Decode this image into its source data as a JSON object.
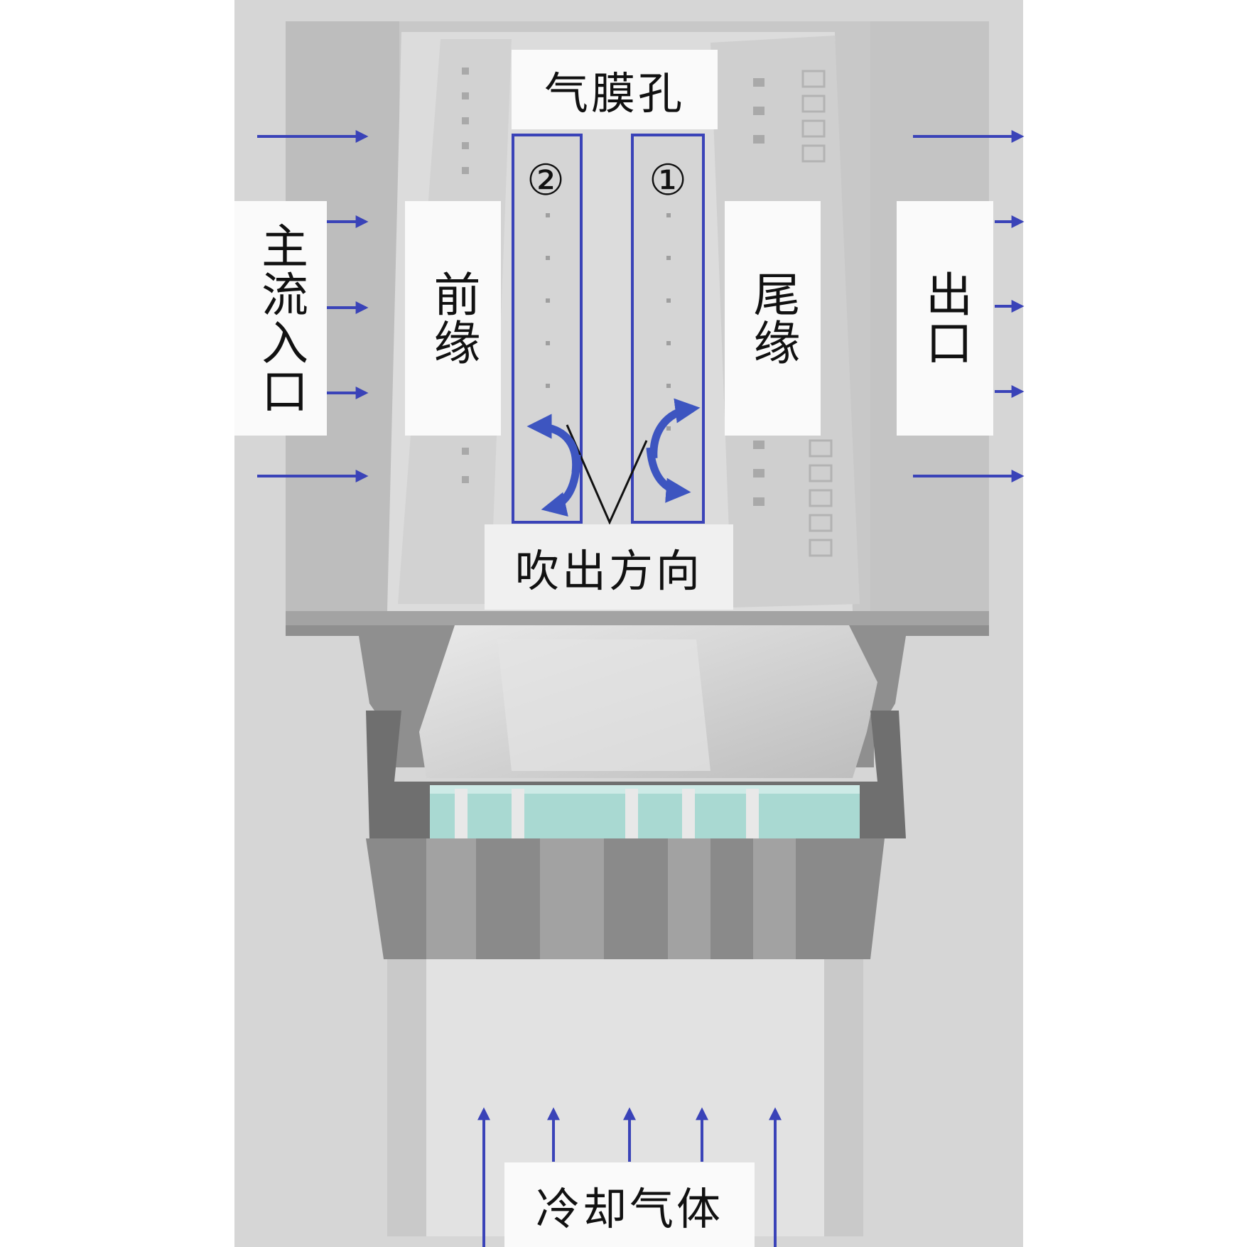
{
  "labels": {
    "film_holes": "气膜孔",
    "mainstream_inlet": "主流入口",
    "leading_edge": "前缘",
    "trailing_edge": "尾缘",
    "outlet": "出口",
    "blowing_direction": "吹出方向",
    "cooling_gas": "冷却气体",
    "row_2": "②",
    "row_1": "①"
  },
  "colors": {
    "arrow": "#3a43b8",
    "panel_outline": "#3a43b8",
    "curve_arrow": "#3d55c0",
    "background_gray": "#d4d4d4",
    "blade_gray": "#c9c9c9",
    "platform_dark": "#8c8c8c",
    "cooling_channel": "#a8d8d0"
  },
  "icons": {
    "flow_arrow": "right-arrow-icon",
    "coolant_arrow": "up-arrow-icon",
    "vortex": "curved-arrow-icon"
  }
}
